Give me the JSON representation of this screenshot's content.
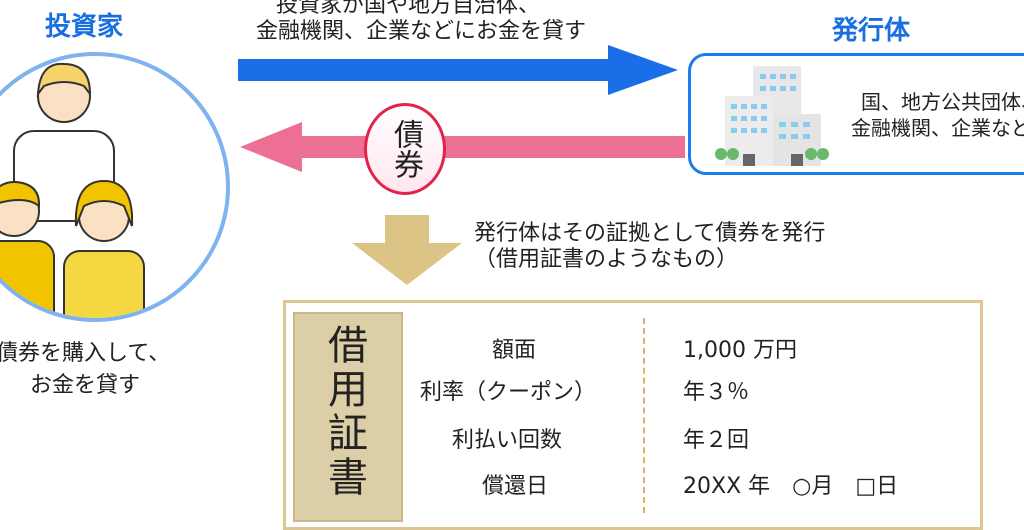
{
  "investor": {
    "title": "投資家",
    "caption_line1": "債券を購入して、",
    "caption_line2": "お金を貸す"
  },
  "issuer": {
    "title": "発行体",
    "desc_line1": "国、地方公共団体、",
    "desc_line2": "金融機関、企業など"
  },
  "top_arrow": {
    "line1": "投資家が国や地方自治体、",
    "line2": "金融機関、企業などにお金を貸す",
    "color": "#1a6fe8"
  },
  "bond_arrow": {
    "label": "債券",
    "color": "#ee6f94"
  },
  "down_arrow": {
    "line1": "発行体はその証拠として債券を発行",
    "line2": "（借用証書のようなもの）",
    "color": "#dcc486"
  },
  "certificate": {
    "title_chars": [
      "借",
      "用",
      "証",
      "書"
    ],
    "rows": [
      {
        "label": "額面",
        "value": "1,000 万円"
      },
      {
        "label": "利率（クーポン）",
        "value": "年３％"
      },
      {
        "label": "利払い回数",
        "value": "年２回"
      },
      {
        "label": "償還日",
        "value": "20XX 年　○月　□日"
      }
    ]
  }
}
